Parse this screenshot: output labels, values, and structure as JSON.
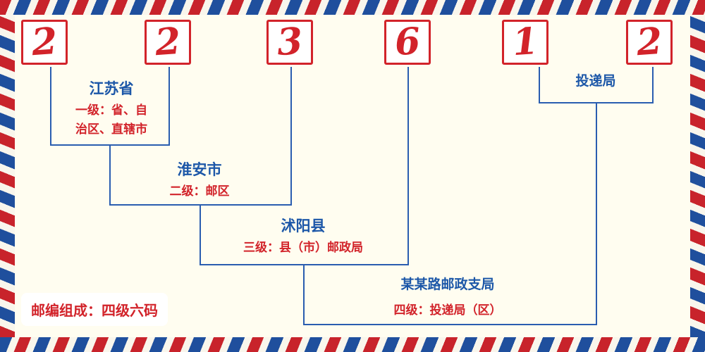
{
  "code": {
    "digits": [
      "2",
      "2",
      "3",
      "6",
      "1",
      "2"
    ]
  },
  "levels": [
    {
      "name": "江苏省",
      "desc_lines": [
        "一级：省、自",
        "治区、直辖市"
      ]
    },
    {
      "name": "淮安市",
      "desc": "二级：邮区"
    },
    {
      "name": "沭阳县",
      "desc": "三级：县（市）邮政局"
    },
    {
      "name": "某某路邮政支局",
      "desc": "四级：投递局（区）"
    }
  ],
  "delivery_office_label": "投递局",
  "footer_note": "邮编组成：四级六码",
  "colors": {
    "red": "#d2232a",
    "blue": "#1c57a8",
    "line_blue": "#2a5db0",
    "background": "#fffdf0"
  }
}
